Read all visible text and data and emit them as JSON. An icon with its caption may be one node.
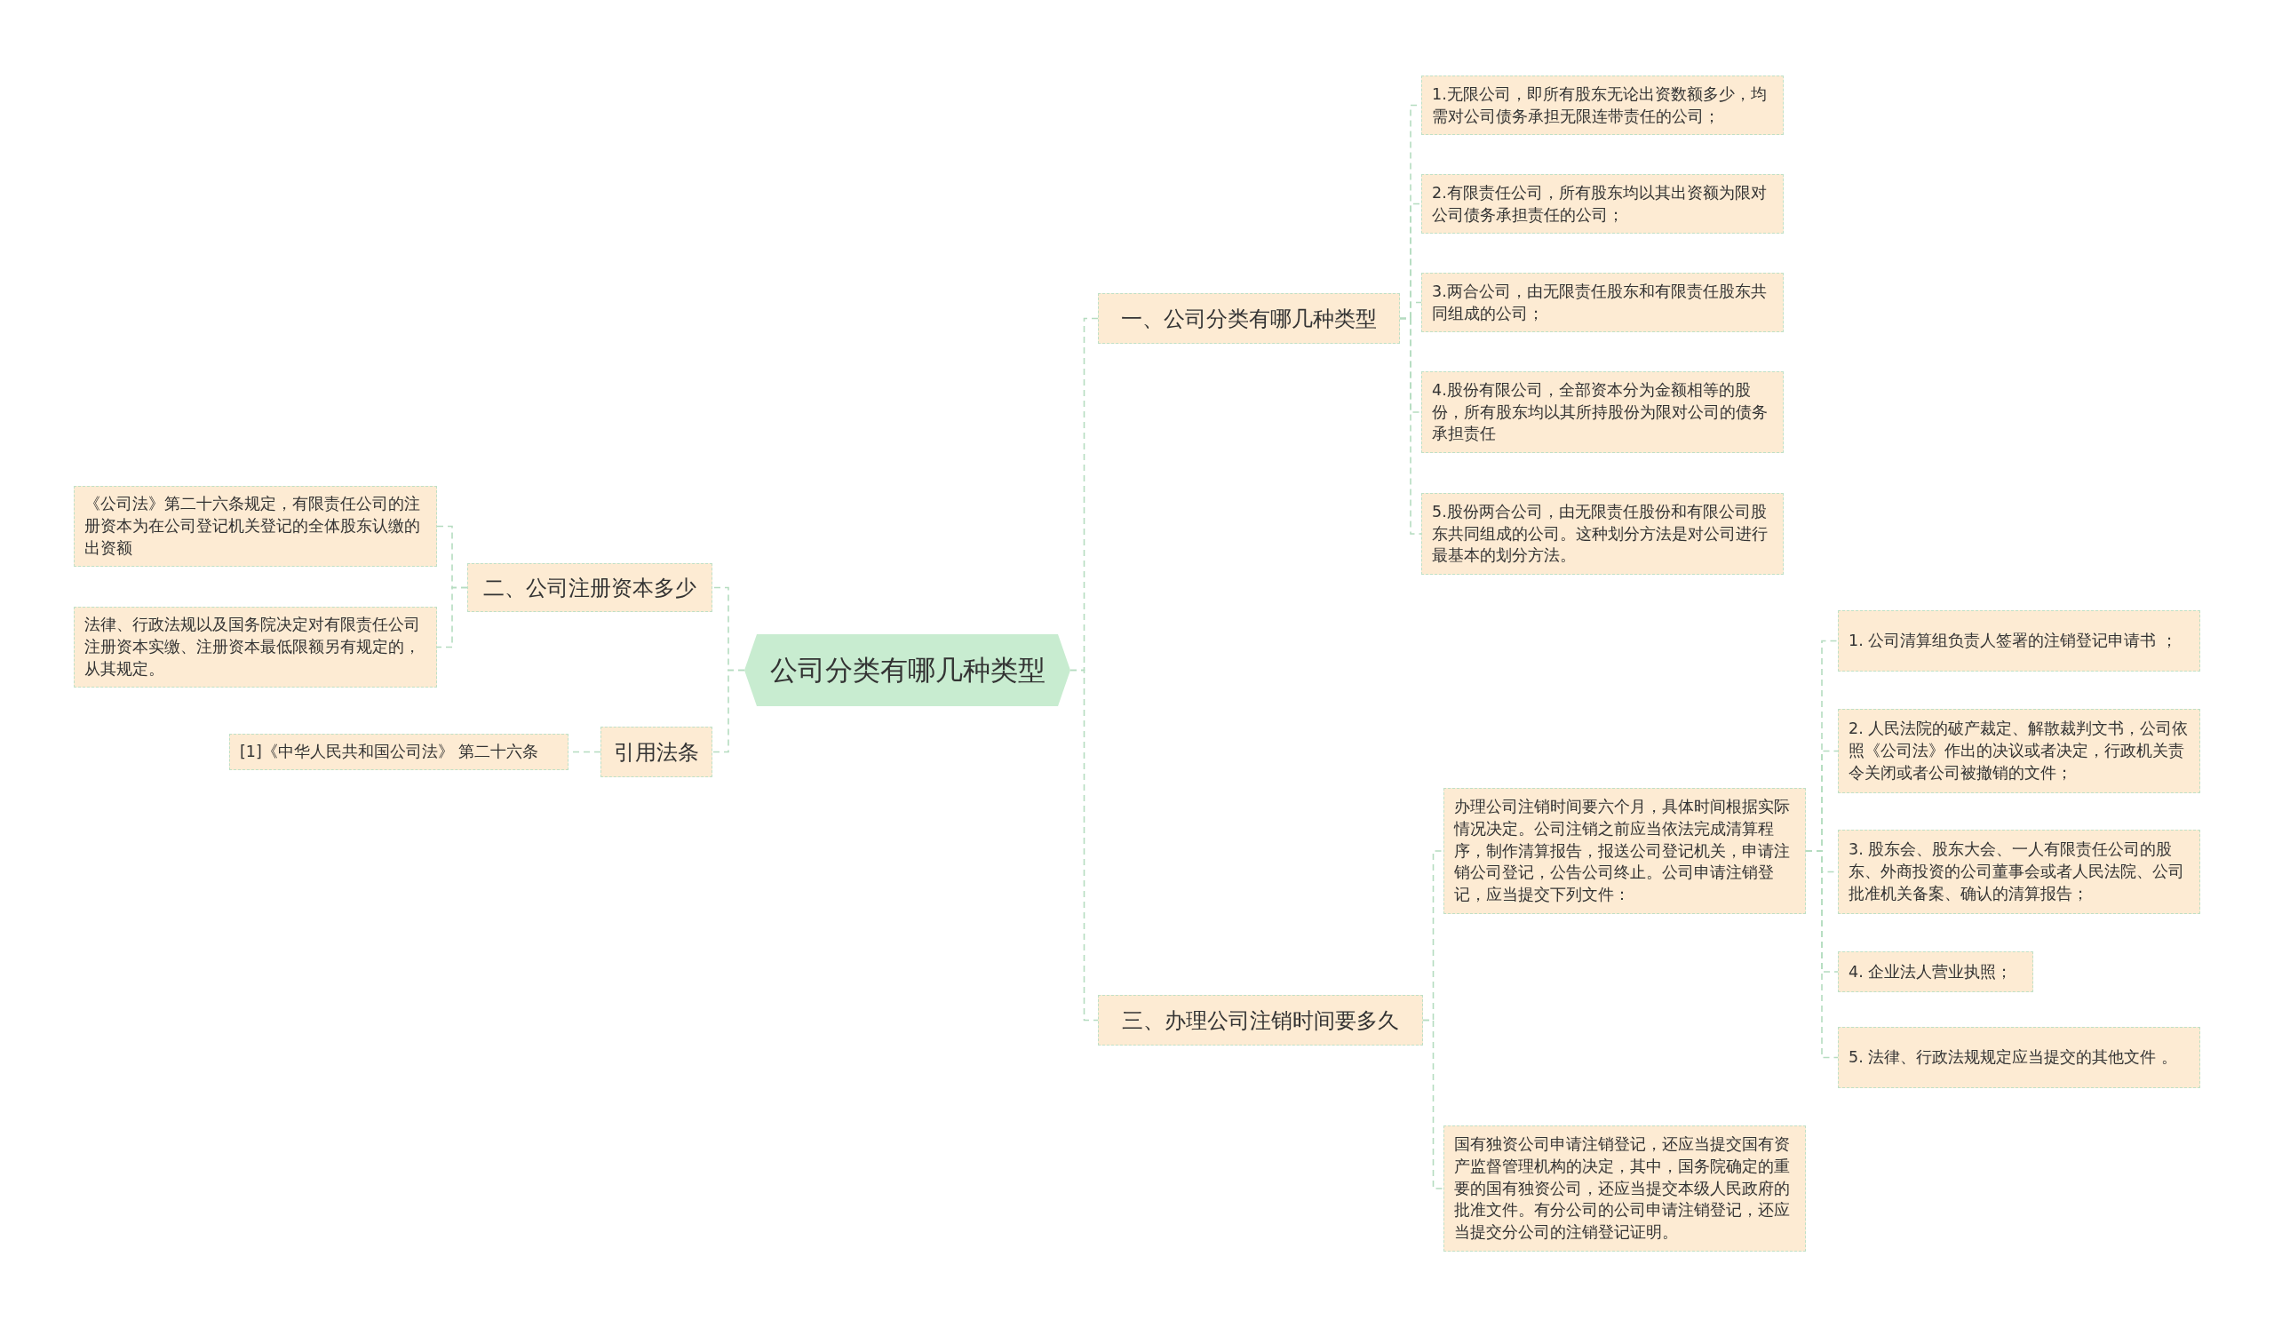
{
  "diagram": {
    "nodes": [
      {
        "text": [
          "公司分类有哪几种类型"
        ]
      },
      {
        "text": [
          "一、公司分类有哪几种类型"
        ]
      },
      {
        "text": [
          "1.无限公司，即所有股东无论出资数额多少，均需对公司债务承担无限连带责任的公司；"
        ]
      },
      {
        "text": [
          "2.有限责任公司，所有股东均以其出资额为限对公司债务承担责任的公司；"
        ]
      },
      {
        "text": [
          "3.两合公司，由无限责任股东和有限责任股东共同组成的公司；"
        ]
      },
      {
        "text": [
          "4.股份有限公司，全部资本分为金额相等的股份，所有股东均以其所持股份为限对公司的债务承担责任"
        ]
      },
      {
        "text": [
          "5.股份两合公司，由无限责任股份和有限公司股东共同组成的公司。这种划分方法是对公司进行最基本的划分方法。"
        ]
      },
      {
        "text": [
          "二、公司注册资本多少"
        ]
      },
      {
        "text": [
          "《公司法》第二十六条规定，有限责任公司的注册资本为在公司登记机关登记的全体股东认缴的出资额"
        ]
      },
      {
        "text": [
          "法律、行政法规以及国务院决定对有限责任公司注册资本实缴、注册资本最低限额另有规定的，从其规定。"
        ]
      },
      {
        "text": [
          "引用法条"
        ]
      },
      {
        "text": [
          "[1]《中华人民共和国公司法》 第二十六条"
        ]
      },
      {
        "text": [
          "三、办理公司注销时间要多久"
        ]
      },
      {
        "text": [
          "办理公司注销时间要六个月，具体时间根据实际情况决定。公司注销之前应当依法完成清算程序，制作清算报告，报送公司登记机关，申请注销公司登记，公告公司终止。公司申请注销登记，应当提交下列文件："
        ]
      },
      {
        "text": [
          "1. 公司清算组负责人签署的注销登记申请书 ；"
        ]
      },
      {
        "text": [
          "2. 人民法院的破产裁定、解散裁判文书，公司依照《公司法》作出的决议或者决定，行政机关责令关闭或者公司被撤销的文件；"
        ]
      },
      {
        "text": [
          "3. 股东会、股东大会、一人有限责任公司的股东、外商投资的公司董事会或者人民法院、公司批准机关备案、确认的清算报告；"
        ]
      },
      {
        "text": [
          "4. 企业法人营业执照；"
        ]
      },
      {
        "text": [
          "5. 法律、行政法规规定应当提交的其他文件 。"
        ]
      },
      {
        "text": [
          "国有独资公司申请注销登记，还应当提交国有资产监督管理机构的决定，其中，国务院确定的重要的国有独资公司，还应当提交本级人民政府的批准文件。有分公司的公司申请注销登记，还应当提交分公司的注销登记证明。"
        ]
      }
    ],
    "edges": [
      {
        "from": 0,
        "to": 1,
        "arrow": "none"
      },
      {
        "from": 1,
        "to": 2,
        "arrow": "none"
      },
      {
        "from": 1,
        "to": 3,
        "arrow": "none"
      },
      {
        "from": 1,
        "to": 4,
        "arrow": "none"
      },
      {
        "from": 1,
        "to": 5,
        "arrow": "none"
      },
      {
        "from": 1,
        "to": 6,
        "arrow": "none"
      },
      {
        "from": 0,
        "to": 7,
        "arrow": "none"
      },
      {
        "from": 7,
        "to": 8,
        "arrow": "none"
      },
      {
        "from": 7,
        "to": 9,
        "arrow": "none"
      },
      {
        "from": 0,
        "to": 10,
        "arrow": "none"
      },
      {
        "from": 10,
        "to": 11,
        "arrow": "none"
      },
      {
        "from": 0,
        "to": 12,
        "arrow": "none"
      },
      {
        "from": 12,
        "to": 13,
        "arrow": "none"
      },
      {
        "from": 13,
        "to": 14,
        "arrow": "none"
      },
      {
        "from": 13,
        "to": 15,
        "arrow": "none"
      },
      {
        "from": 13,
        "to": 16,
        "arrow": "none"
      },
      {
        "from": 13,
        "to": 17,
        "arrow": "none"
      },
      {
        "from": 13,
        "to": 18,
        "arrow": "none"
      },
      {
        "from": 12,
        "to": 19,
        "arrow": "none"
      }
    ]
  }
}
